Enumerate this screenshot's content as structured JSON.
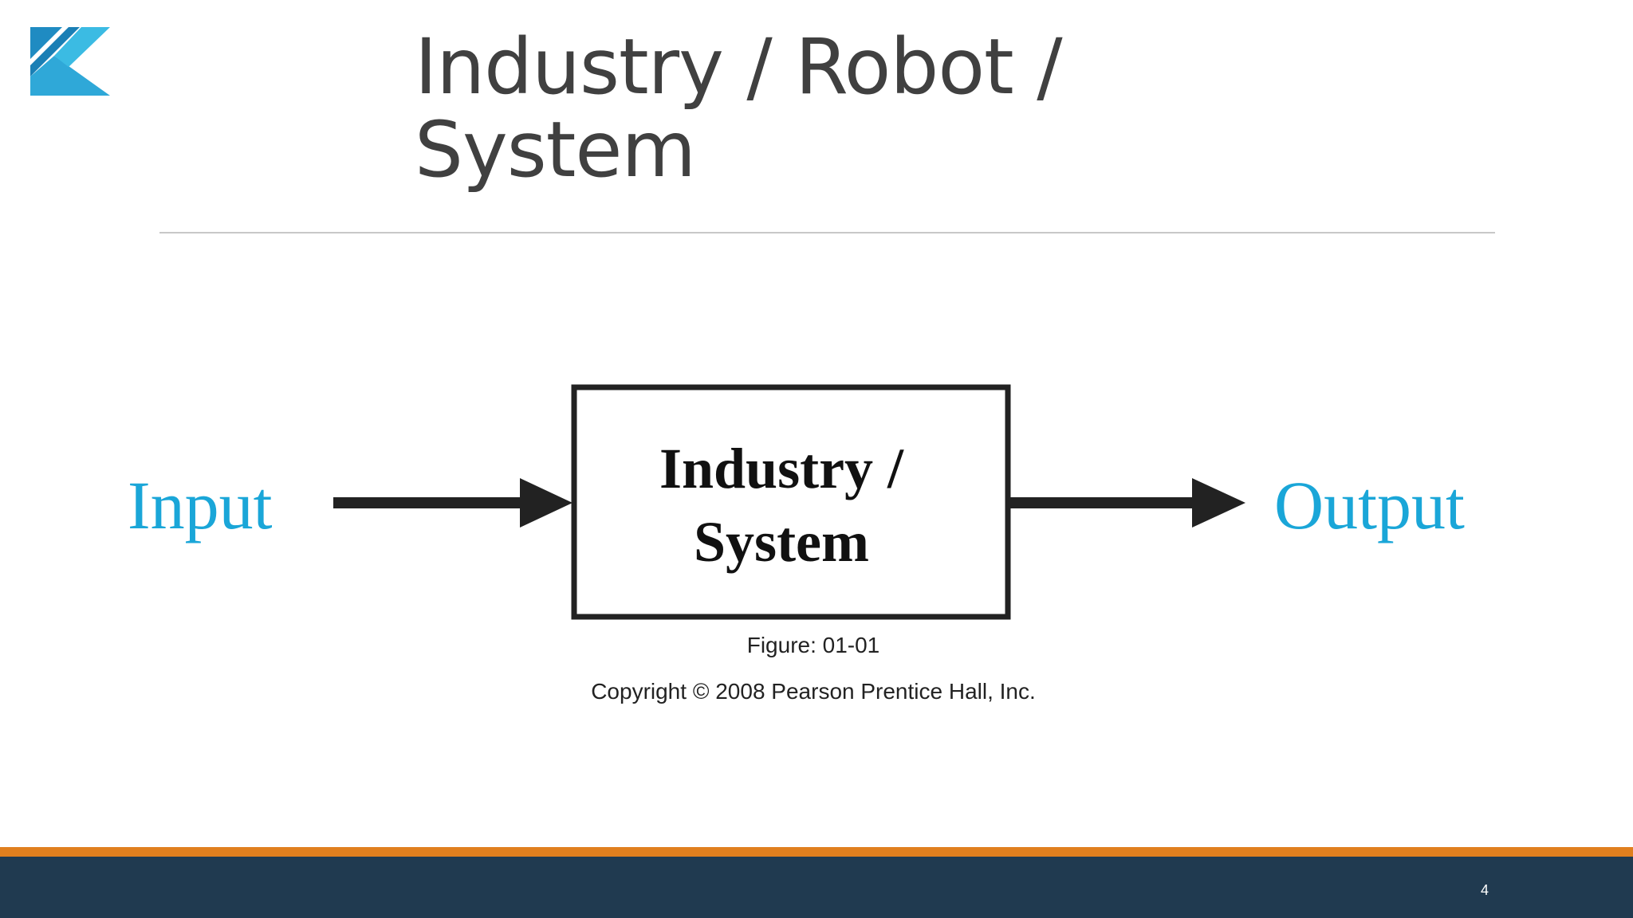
{
  "slide": {
    "title": "Industry / Robot / System",
    "slide_number": "4"
  },
  "logo": {
    "letter": "K",
    "colors": [
      "#1a7fb5",
      "#3bbbe3"
    ]
  },
  "diagram": {
    "input_label": "Input",
    "output_label": "Output",
    "box_line1": "Industry /",
    "box_line2": "System",
    "caption": "Figure: 01-01",
    "copyright": "Copyright © 2008 Pearson Prentice Hall, Inc.",
    "accent_color": "#1aa6d8"
  },
  "theme": {
    "bottom_bar": "#203a50",
    "bottom_stripe": "#e07f1e"
  }
}
